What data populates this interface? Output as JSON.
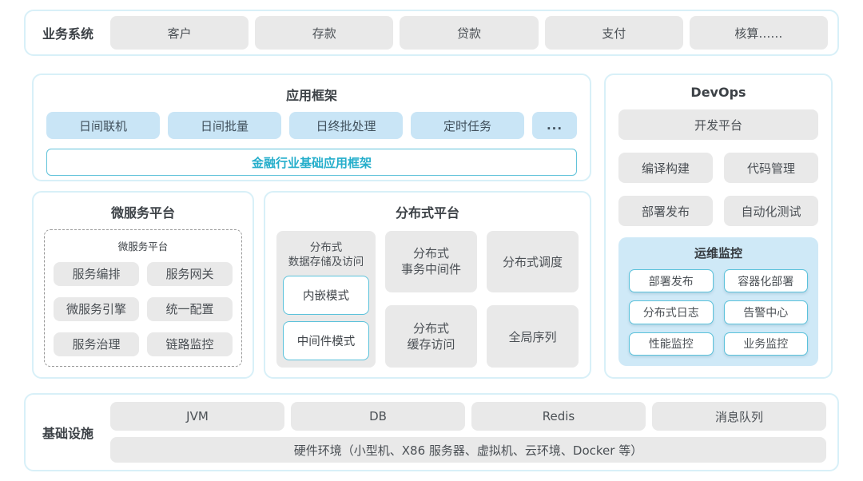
{
  "colors": {
    "section_border": "#d8f0f8",
    "gray_block": "#e9e9e9",
    "blue_block": "#c9e5f6",
    "cyan_border": "#5bc2db",
    "teal_text": "#25aecb",
    "monitor_panel_bg": "#cfe9f7",
    "text_dark": "#3c4146"
  },
  "business_systems": {
    "label": "业务系统",
    "items": [
      "客户",
      "存款",
      "贷款",
      "支付",
      "核算……"
    ]
  },
  "app_framework": {
    "title": "应用框架",
    "modules": [
      "日间联机",
      "日间批量",
      "日终批处理",
      "定时任务",
      "..."
    ],
    "base": "金融行业基础应用框架"
  },
  "microservice": {
    "title": "微服务平台",
    "inner_title": "微服务平台",
    "items": [
      "服务编排",
      "服务网关",
      "微服务引擎",
      "统一配置",
      "服务治理",
      "链路监控"
    ]
  },
  "distributed": {
    "title": "分布式平台",
    "storage": {
      "title": "分布式\n数据存储及访问",
      "modes": [
        "内嵌模式",
        "中间件模式"
      ]
    },
    "cells": [
      "分布式\n事务中间件",
      "分布式\n缓存访问",
      "分布式调度",
      "全局序列"
    ]
  },
  "devops": {
    "title": "DevOps",
    "platform": "开发平台",
    "tools": [
      "编译构建",
      "代码管理",
      "部署发布",
      "自动化测试"
    ],
    "monitoring": {
      "title": "运维监控",
      "items": [
        "部署发布",
        "容器化部署",
        "分布式日志",
        "告警中心",
        "性能监控",
        "业务监控"
      ]
    }
  },
  "infrastructure": {
    "label": "基础设施",
    "items": [
      "JVM",
      "DB",
      "Redis",
      "消息队列"
    ],
    "hardware": "硬件环境（小型机、X86 服务器、虚拟机、云环境、Docker 等）"
  }
}
